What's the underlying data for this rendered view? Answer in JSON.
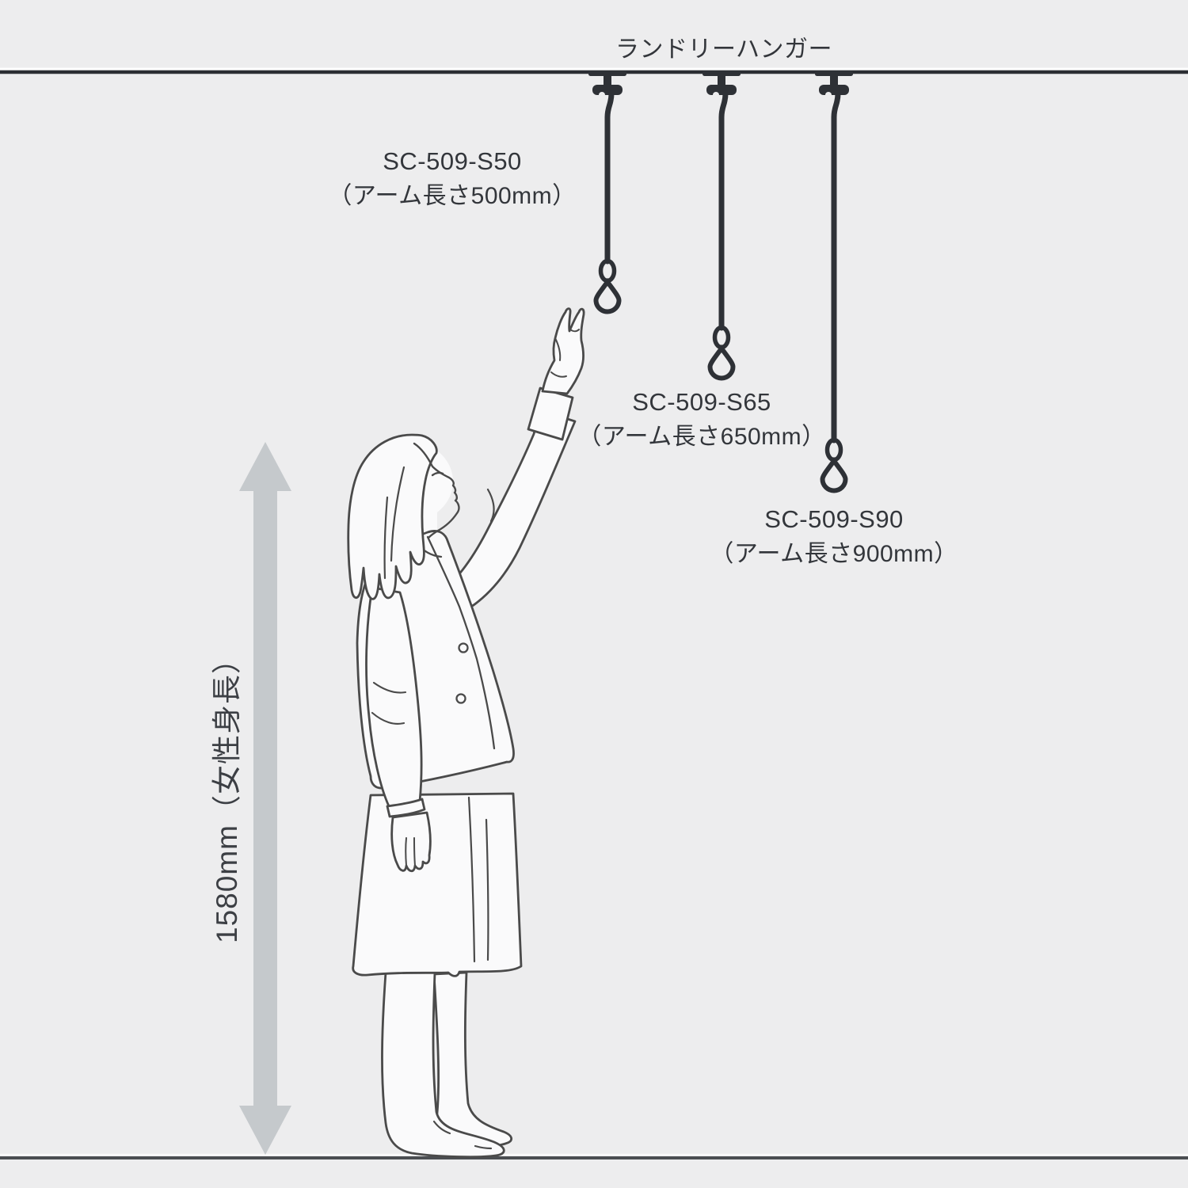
{
  "title": "ランドリーハンガー",
  "height_dimension": "1580mm（女性身長）",
  "products": [
    {
      "model": "SC-509-S50",
      "arm": "（アーム長さ500mm）"
    },
    {
      "model": "SC-509-S65",
      "arm": "（アーム長さ650mm）"
    },
    {
      "model": "SC-509-S90",
      "arm": "（アーム長さ900mm）"
    }
  ],
  "colors": {
    "background": "#ededee",
    "hardware": "#2e3136",
    "figure_line": "#4a4a4a",
    "arrow": "#c5c9cc",
    "text": "#33363b"
  }
}
